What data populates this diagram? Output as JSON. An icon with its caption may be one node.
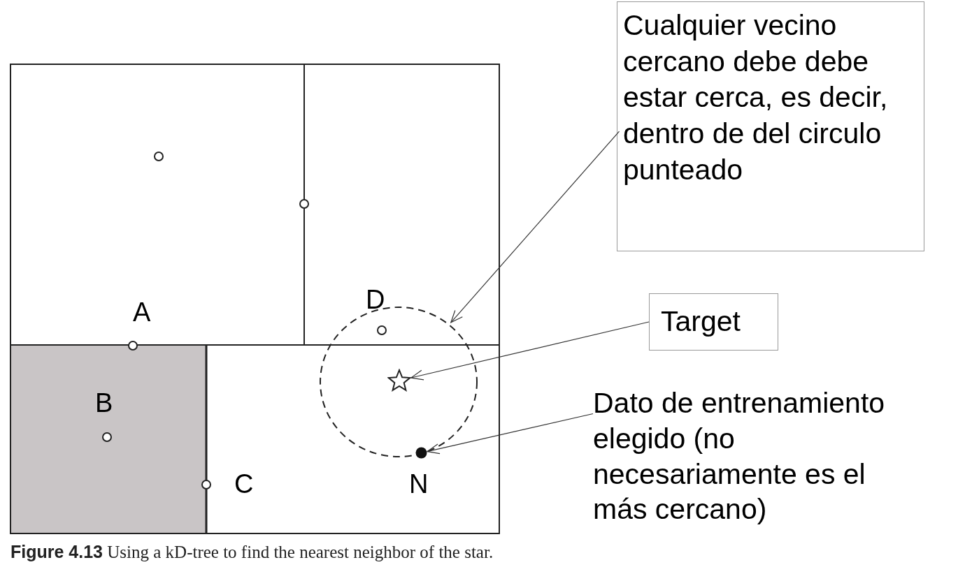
{
  "diagram": {
    "caption": "**Figure 4.13**  Using a kD-tree to find the nearest neighbor of the star.",
    "nodes": [
      {
        "text": [
          "Cualquier vecino cercano debe debe estar cerca, es decir, dentro de del circulo punteado"
        ]
      },
      {
        "text": [
          "Target"
        ]
      },
      {
        "text": [
          "Dato de entrenamiento elegido (no necesariamente es el más cercano)"
        ]
      },
      {
        "text": [],
        "shape": "circle"
      },
      {
        "text": [],
        "shape": "star",
        "in": 3
      },
      {
        "text": [],
        "shape": "circle",
        "in": 3
      }
    ],
    "edges": [
      {
        "from": 0,
        "to": 3,
        "arrow": "to"
      },
      {
        "from": 1,
        "to": 4,
        "arrow": "to"
      },
      {
        "from": 2,
        "to": 5,
        "arrow": "to"
      }
    ],
    "labels": [
      "D",
      "A",
      "B",
      "C",
      "N"
    ]
  }
}
